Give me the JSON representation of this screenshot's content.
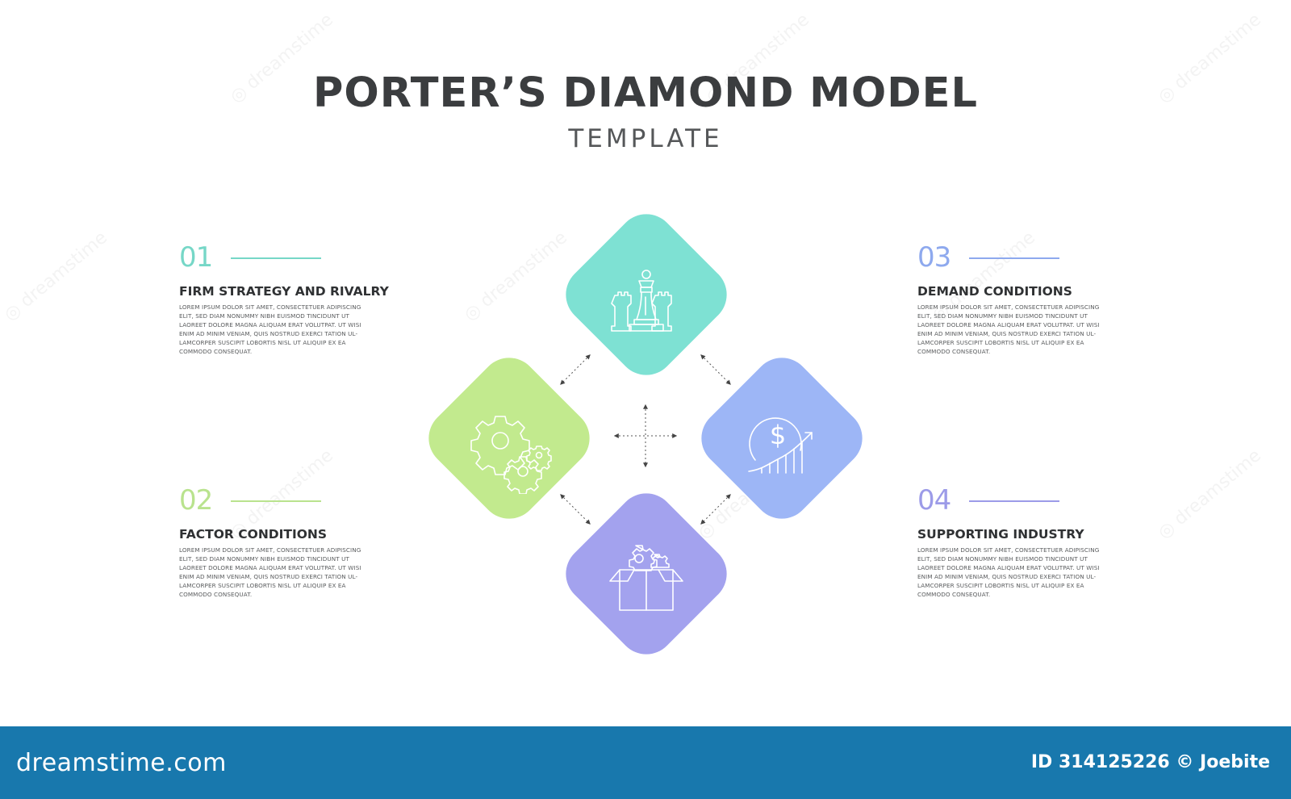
{
  "header": {
    "title": "PORTER’S DIAMOND MODEL",
    "subtitle": "TEMPLATE"
  },
  "colors": {
    "teal": "#7ee1d3",
    "green": "#c2ea8e",
    "blue": "#9db6f6",
    "purple": "#a3a2ee",
    "num_teal": "#76d7c7",
    "num_green": "#b9e38e",
    "num_blue": "#8ea9ee",
    "num_purple": "#9c9be8",
    "footer": "#1878ad"
  },
  "items": [
    {
      "number": "01",
      "heading": "FIRM STRATEGY AND RIVALRY",
      "body": "LOREM IPSUM DOLOR SIT AMET, CONSECTETUER ADIPISCING ELIT, SED DIAM NONUMMY NIBH EUISMOD TINCIDUNT UT LAOREET DOLORE MAGNA ALIQUAM ERAT VOLUTPAT. UT WISI ENIM AD MINIM VENIAM, QUIS NOSTRUD EXERCI TATION UL- LAMCORPER SUSCIPIT LOBORTIS NISL UT ALIQUIP EX EA COMMODO CONSEQUAT.",
      "icon": "chess-pieces-icon"
    },
    {
      "number": "02",
      "heading": "FACTOR CONDITIONS",
      "body": "LOREM IPSUM DOLOR SIT AMET, CONSECTETUER ADIPISCING ELIT, SED DIAM NONUMMY NIBH EUISMOD TINCIDUNT UT LAOREET DOLORE MAGNA ALIQUAM ERAT VOLUTPAT. UT WISI ENIM AD MINIM VENIAM, QUIS NOSTRUD EXERCI TATION UL- LAMCORPER SUSCIPIT LOBORTIS NISL UT ALIQUIP EX EA COMMODO CONSEQUAT.",
      "icon": "gears-icon"
    },
    {
      "number": "03",
      "heading": "DEMAND CONDITIONS",
      "body": "LOREM IPSUM DOLOR SIT AMET, CONSECTETUER ADIPISCING ELIT, SED DIAM NONUMMY NIBH EUISMOD TINCIDUNT UT LAOREET DOLORE MAGNA ALIQUAM ERAT VOLUTPAT. UT WISI ENIM AD MINIM VENIAM, QUIS NOSTRUD EXERCI TATION UL- LAMCORPER SUSCIPIT LOBORTIS NISL UT ALIQUIP EX EA COMMODO CONSEQUAT.",
      "icon": "dollar-growth-icon"
    },
    {
      "number": "04",
      "heading": "SUPPORTING INDUSTRY",
      "body": "LOREM IPSUM DOLOR SIT AMET, CONSECTETUER ADIPISCING ELIT, SED DIAM NONUMMY NIBH EUISMOD TINCIDUNT UT LAOREET DOLORE MAGNA ALIQUAM ERAT VOLUTPAT. UT WISI ENIM AD MINIM VENIAM, QUIS NOSTRUD EXERCI TATION UL- LAMCORPER SUSCIPIT LOBORTIS NISL UT ALIQUIP EX EA COMMODO CONSEQUAT.",
      "icon": "gear-box-icon"
    }
  ],
  "footer": {
    "logo": "dreamstime.com",
    "id_text": "ID 314125226 © Joebite"
  }
}
